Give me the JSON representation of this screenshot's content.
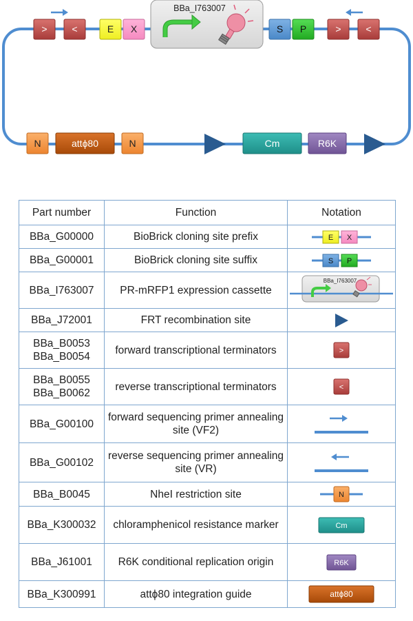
{
  "construct": {
    "cassette_label": "BBa_I763007",
    "parts": {
      "terminator_fwd": ">",
      "terminator_rev": "<",
      "prefix_e": "E",
      "prefix_x": "X",
      "suffix_s": "S",
      "suffix_p": "P",
      "nhe": "N",
      "att": "attϕ80",
      "cm": "Cm",
      "r6k": "R6K"
    },
    "colors": {
      "backbone": "#4f8dd0",
      "terminator": "#c0504d",
      "prefix_e": "#ffff33",
      "prefix_x": "#ff99cc",
      "suffix_s": "#5b9bd5",
      "suffix_p": "#33cc33",
      "nhe": "#f79646",
      "att": "#c55a11",
      "cm": "#2ba7a0",
      "r6k": "#8064a2",
      "frt": "#2a5b90",
      "cassette_bg": "#e4e4e4",
      "promoter": "#33bb33",
      "rfp_bulb": "#ee8fa5"
    },
    "icons": [
      "forward-primer-arrow",
      "reverse-primer-arrow",
      "promoter-arrow",
      "light-bulb",
      "frt-triangle"
    ]
  },
  "table": {
    "headers": [
      "Part number",
      "Function",
      "Notation"
    ],
    "rows": [
      {
        "part": "BBa_G00000",
        "function": "BioBrick cloning site prefix",
        "notation": "prefix"
      },
      {
        "part": "BBa_G00001",
        "function": "BioBrick cloning site suffix",
        "notation": "suffix"
      },
      {
        "part": "BBa_I763007",
        "function": "PR-mRFP1 expression cassette",
        "notation": "cassette"
      },
      {
        "part": "BBa_J72001",
        "function": "FRT recombination site",
        "notation": "frt"
      },
      {
        "part": "BBa_B0053\nBBa_B0054",
        "function": "forward transcriptional terminators",
        "notation": "term-fwd"
      },
      {
        "part": "BBa_B0055\nBBa_B0062",
        "function": "reverse transcriptional terminators",
        "notation": "term-rev"
      },
      {
        "part": "BBa_G00100",
        "function": "forward sequencing primer annealing site (VF2)",
        "notation": "primer-fwd"
      },
      {
        "part": "BBa_G00102",
        "function": "reverse sequencing primer annealing site (VR)",
        "notation": "primer-rev"
      },
      {
        "part": "BBa_B0045",
        "function": "NheI restriction site",
        "notation": "nhe"
      },
      {
        "part": "BBa_K300032",
        "function": "chloramphenicol resistance marker",
        "notation": "cm"
      },
      {
        "part": "BBa_J61001",
        "function": "R6K conditional replication origin",
        "notation": "r6k"
      },
      {
        "part": "BBa_K300991",
        "function": "attϕ80 integration guide",
        "notation": "att"
      }
    ]
  }
}
